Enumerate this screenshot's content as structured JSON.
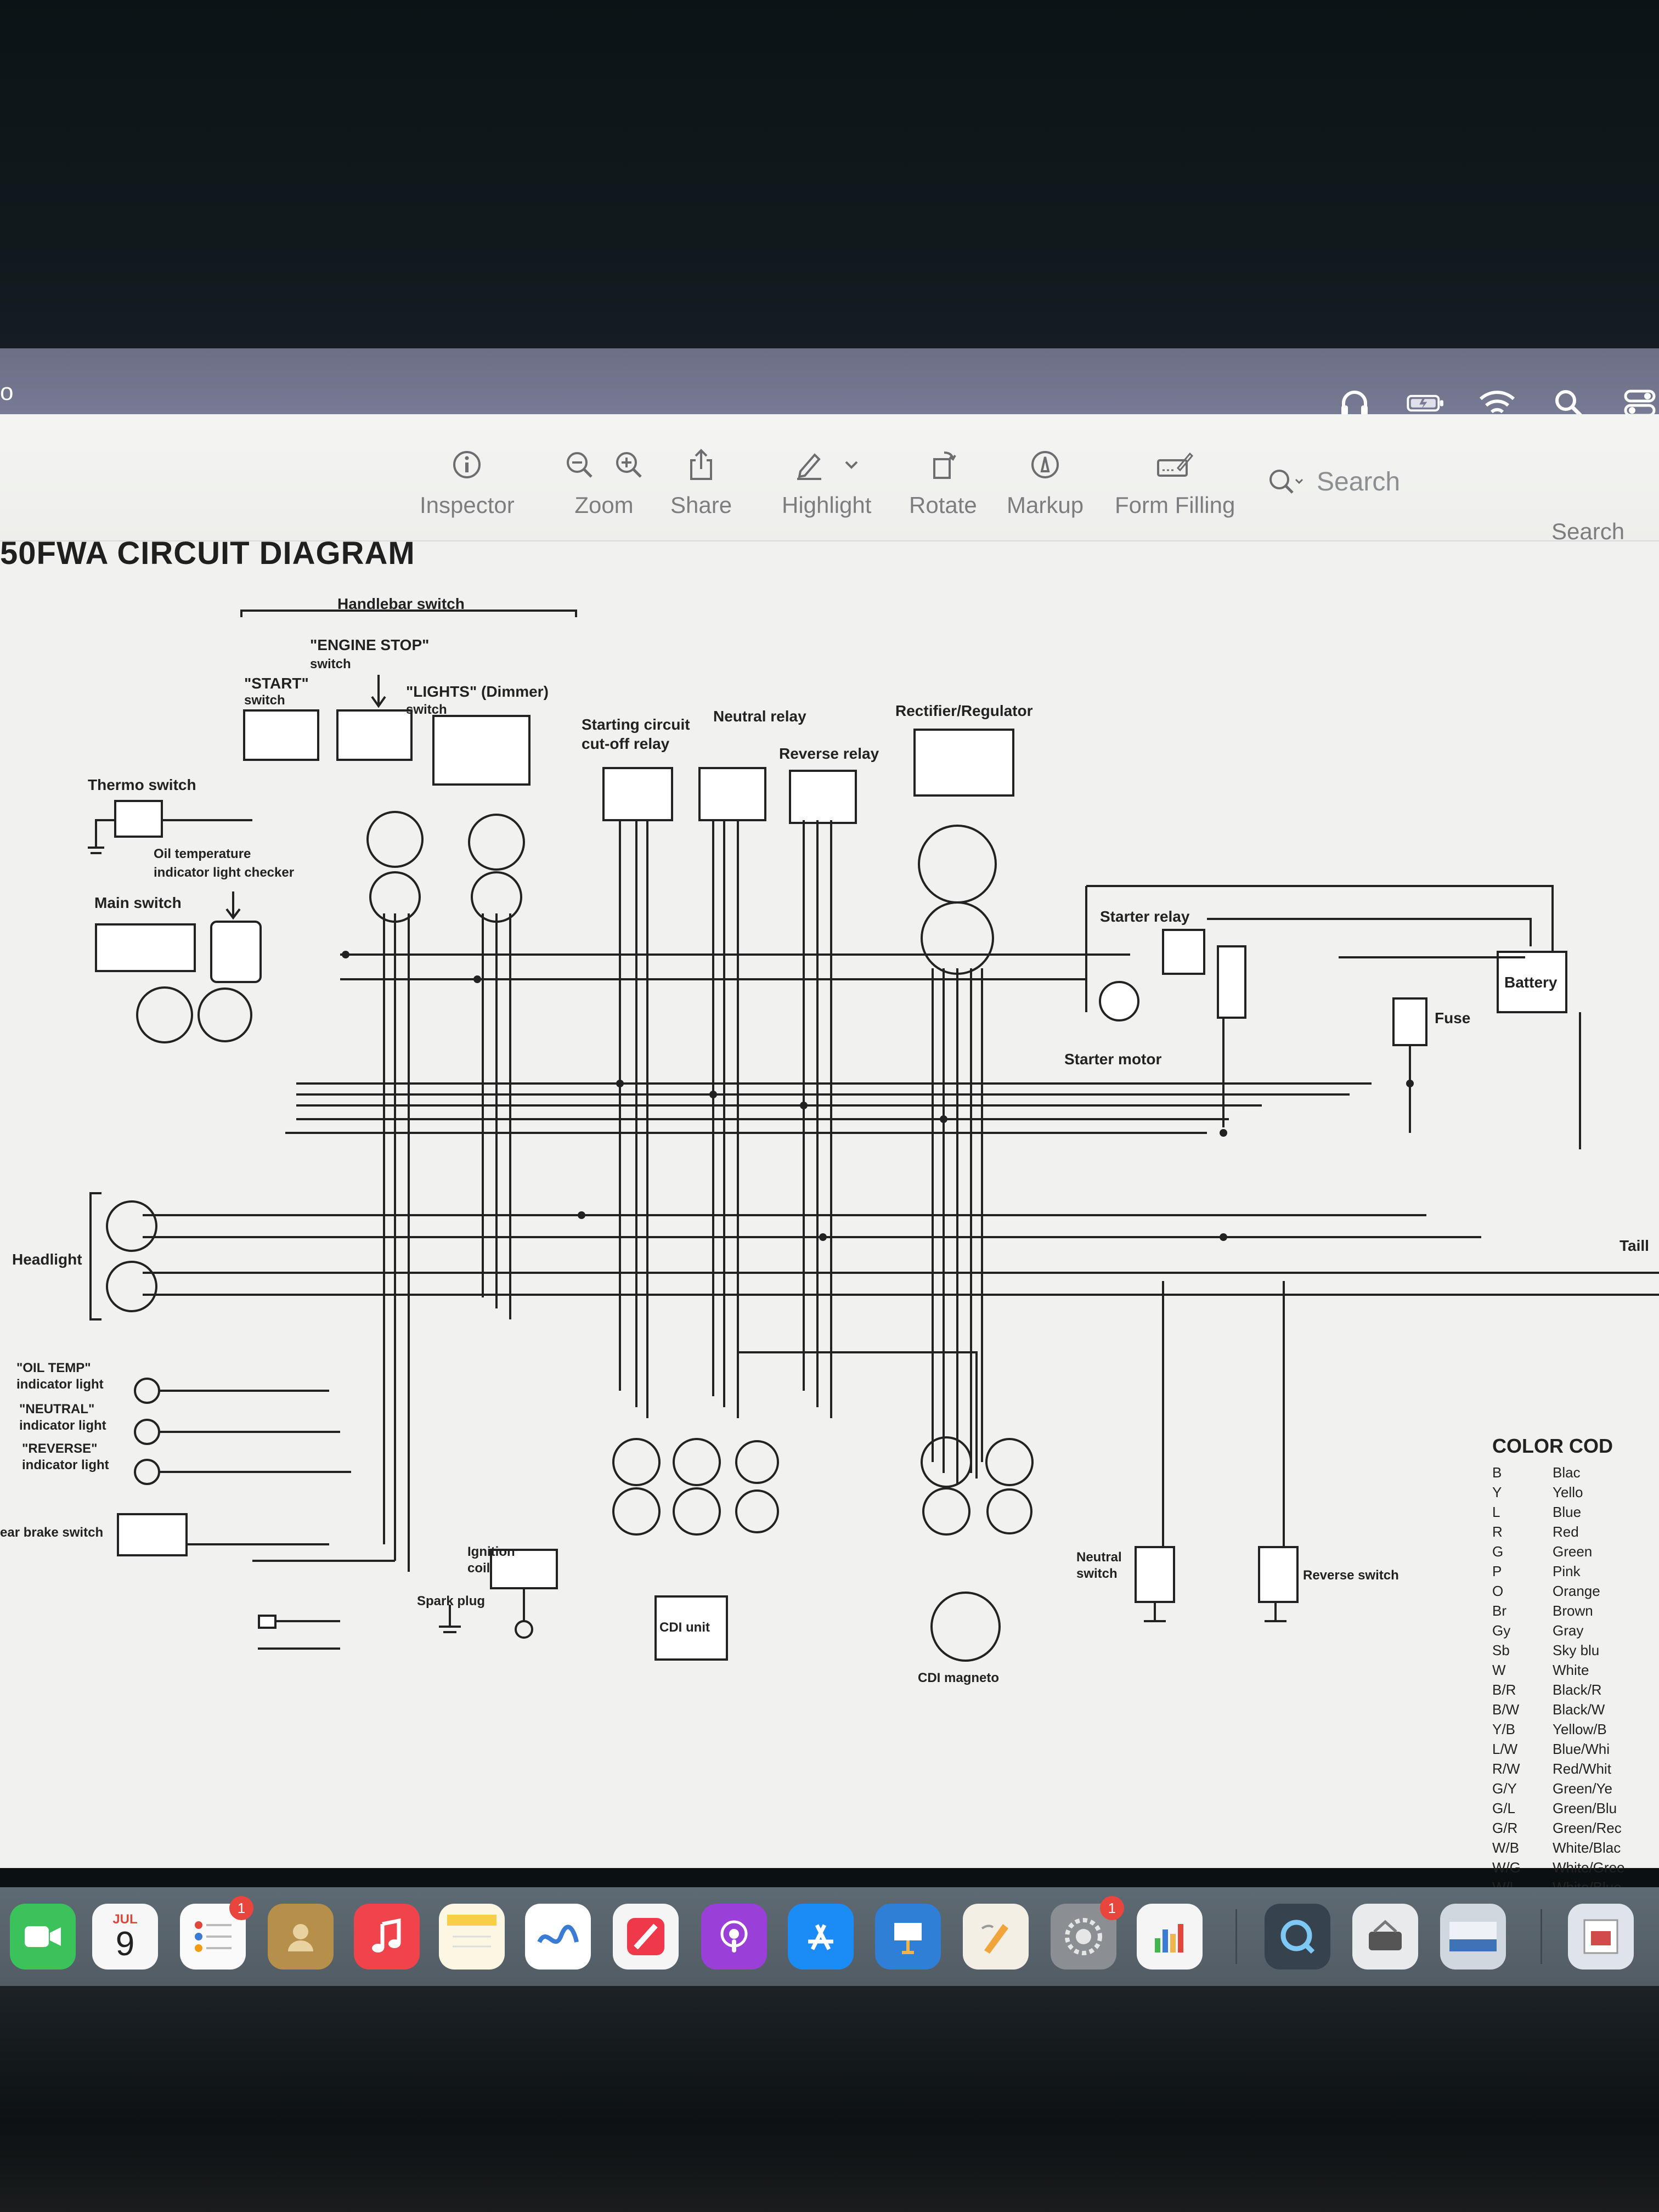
{
  "menubar": {
    "left_glyph": "o",
    "icons": [
      "headphones-icon",
      "battery-icon",
      "wifi-icon",
      "search-icon",
      "control-center-icon"
    ]
  },
  "toolbar": {
    "inspector": "Inspector",
    "zoom": "Zoom",
    "share": "Share",
    "highlight": "Highlight",
    "rotate": "Rotate",
    "markup": "Markup",
    "form_filling": "Form Filling",
    "search_placeholder": "Search",
    "search_caption": "Search"
  },
  "document": {
    "title": "50FWA CIRCUIT DIAGRAM",
    "labels": {
      "handlebar_switch": "Handlebar switch",
      "engine_stop": "\"ENGINE STOP\"",
      "engine_stop_2": "switch",
      "start": "\"START\"",
      "start_2": "switch",
      "lights": "\"LIGHTS\" (Dimmer)",
      "lights_2": "switch",
      "starting_circuit": "Starting circuit",
      "starting_circuit_2": "cut-off relay",
      "neutral_relay": "Neutral relay",
      "reverse_relay": "Reverse relay",
      "rectifier": "Rectifier/Regulator",
      "thermo_switch": "Thermo switch",
      "oil_temp_checker": "Oil temperature",
      "oil_temp_checker_2": "indicator light checker",
      "main_switch": "Main switch",
      "starter_relay": "Starter relay",
      "starter_motor": "Starter motor",
      "fuse": "Fuse",
      "battery": "Battery",
      "headlight": "Headlight",
      "taillight": "Taill",
      "oil_temp_light": "\"OIL TEMP\"",
      "oil_temp_light_2": "indicator light",
      "neutral_light": "\"NEUTRAL\"",
      "neutral_light_2": "indicator light",
      "reverse_light": "\"REVERSE\"",
      "reverse_light_2": "indicator light",
      "rear_brake": "ear brake switch",
      "ignition_coil": "Ignition",
      "ignition_coil_2": "coil",
      "spark_plug": "Spark plug",
      "cdi_unit": "CDI unit",
      "cdi_magneto": "CDI magneto",
      "neutral_switch": "Neutral",
      "neutral_switch_2": "switch",
      "reverse_switch": "Reverse switch"
    },
    "color_code": {
      "title": "COLOR COD",
      "rows": [
        {
          "code": "B",
          "name": "Blac"
        },
        {
          "code": "Y",
          "name": "Yello"
        },
        {
          "code": "L",
          "name": "Blue"
        },
        {
          "code": "R",
          "name": "Red"
        },
        {
          "code": "G",
          "name": "Green"
        },
        {
          "code": "P",
          "name": "Pink"
        },
        {
          "code": "O",
          "name": "Orange"
        },
        {
          "code": "Br",
          "name": "Brown"
        },
        {
          "code": "Gy",
          "name": "Gray"
        },
        {
          "code": "Sb",
          "name": "Sky blu"
        },
        {
          "code": "W",
          "name": "White"
        },
        {
          "code": "B/R",
          "name": "Black/R"
        },
        {
          "code": "B/W",
          "name": "Black/W"
        },
        {
          "code": "Y/B",
          "name": "Yellow/B"
        },
        {
          "code": "L/W",
          "name": "Blue/Whi"
        },
        {
          "code": "R/W",
          "name": "Red/Whit"
        },
        {
          "code": "G/Y",
          "name": "Green/Ye"
        },
        {
          "code": "G/L",
          "name": "Green/Blu"
        },
        {
          "code": "G/R",
          "name": "Green/Rec"
        },
        {
          "code": "W/B",
          "name": "White/Blac"
        },
        {
          "code": "W/G",
          "name": "White/Gree"
        },
        {
          "code": "W/L",
          "name": "White/Blue"
        }
      ]
    }
  },
  "dock": {
    "calendar_month": "JUL",
    "calendar_day": "9",
    "reminders_badge": "1",
    "settings_badge": "1"
  },
  "colors": {
    "menubar": "#767a92",
    "window_bg": "#f1f2ef",
    "dock": "#5e6a73"
  }
}
